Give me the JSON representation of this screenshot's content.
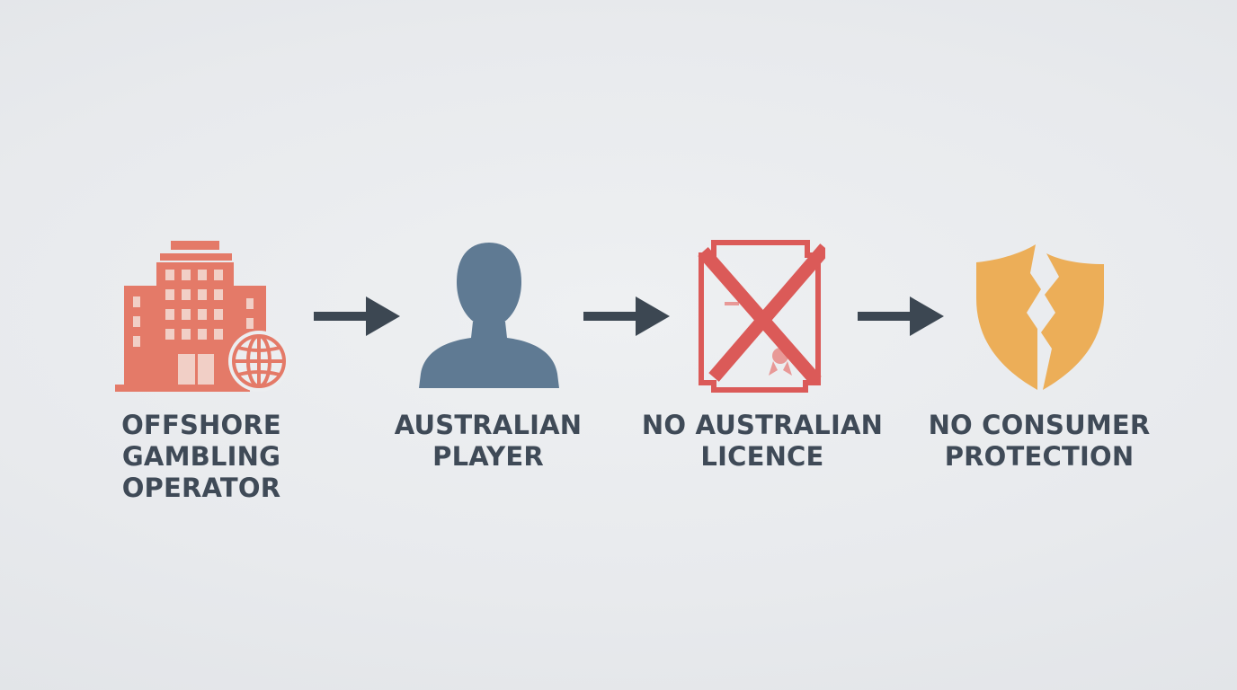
{
  "steps": [
    {
      "icon": "building-globe-icon",
      "color": "#e47a68",
      "lines": [
        "OFFSHORE",
        "GAMBLING",
        "OPERATOR"
      ]
    },
    {
      "icon": "person-icon",
      "color": "#5f7a93",
      "lines": [
        "AUSTRALIAN",
        "PLAYER"
      ]
    },
    {
      "icon": "crossed-out-licence-icon",
      "color": "#db5a58",
      "lines": [
        "NO AUSTRALIAN",
        "LICENCE"
      ]
    },
    {
      "icon": "broken-shield-icon",
      "color": "#ecae58",
      "lines": [
        "NO CONSUMER",
        "PROTECTION"
      ]
    }
  ],
  "arrow_color": "#3c4752",
  "text_color": "#3f4a57"
}
